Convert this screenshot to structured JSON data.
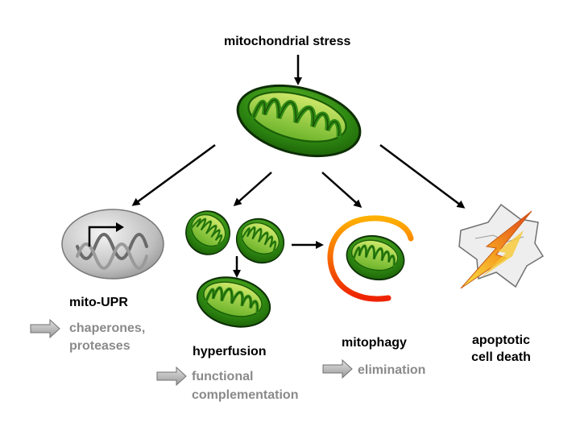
{
  "top": {
    "label": "mitochondrial stress"
  },
  "branches": {
    "upr": {
      "label": "mito-UPR",
      "outcome_line1": "chaperones,",
      "outcome_line2": "proteases"
    },
    "fusion": {
      "label": "hyperfusion",
      "outcome_line1": "functional",
      "outcome_line2": "complementation"
    },
    "mitophagy": {
      "label": "mitophagy",
      "outcome": "elimination"
    },
    "death": {
      "label_line1": "apoptotic",
      "label_line2": "cell death"
    }
  },
  "colors": {
    "mito_outer": "#2f8a12",
    "mito_inner": "#8cc63e",
    "mito_stroke": "#000000",
    "outcome_text": "#8a8a8a",
    "gray_arrow": "#bdbdbd",
    "phagophore_start": "#ffb000",
    "phagophore_end": "#ee2200"
  },
  "icons": [
    "dna-helix-icon",
    "promoter-arrow-icon",
    "lightning-bolt-icon",
    "gray-arrow-icon"
  ]
}
